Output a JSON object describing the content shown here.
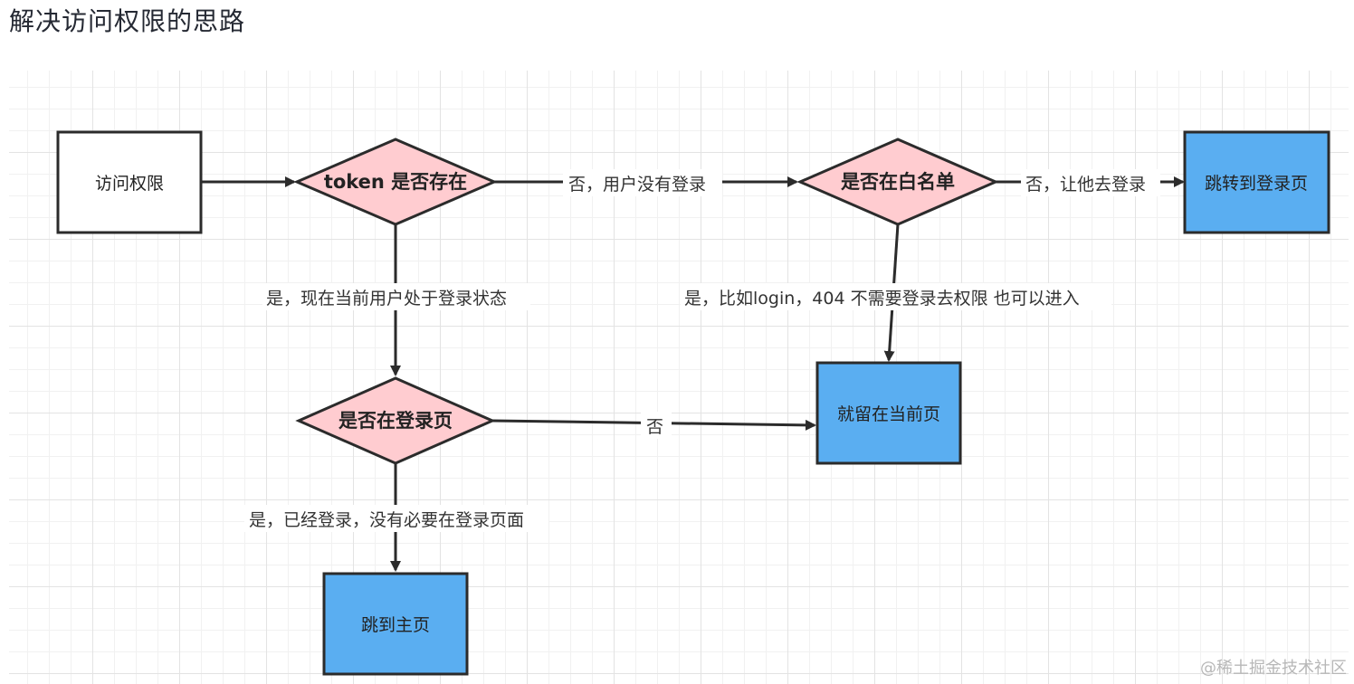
{
  "title": "解决访问权限的思路",
  "nodes": {
    "access": "访问权限",
    "token_exists": "token 是否存在",
    "whitelist": "是否在白名单",
    "goto_login": "跳转到登录页",
    "on_login_page": "是否在登录页",
    "stay_current": "就留在当前页",
    "goto_home": "跳到主页"
  },
  "edges": {
    "no_not_logged_in": "否，用户没有登录",
    "no_go_login": "否，让他去登录",
    "yes_logged_in": "是，现在当前用户处于登录状态",
    "yes_whitelist": "是，比如login，404 不需要登录去权限 也可以进入",
    "no": "否",
    "yes_already_logged": "是，已经登录，没有必要在登录页面"
  },
  "colors": {
    "decision_fill": "#ffccd0",
    "action_fill": "#5aaef1",
    "start_fill": "#ffffff",
    "stroke": "#2b2b2b"
  },
  "watermark": "@稀土掘金技术社区"
}
